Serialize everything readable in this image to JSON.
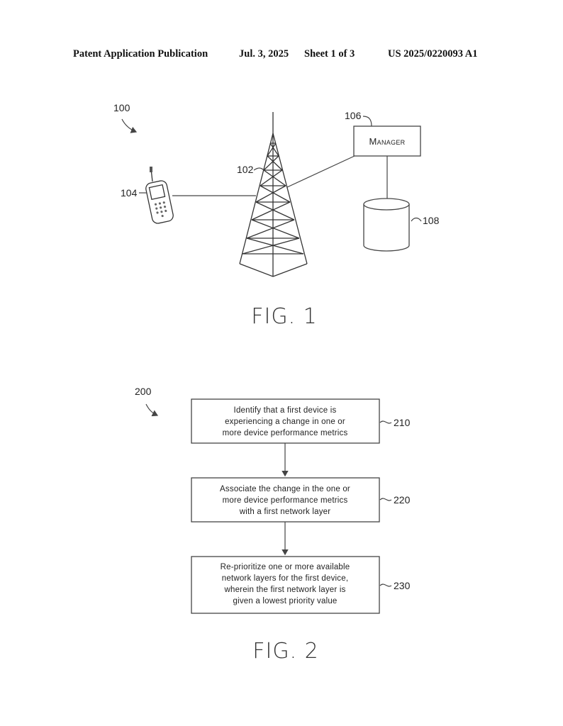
{
  "header": {
    "publication": "Patent Application Publication",
    "date": "Jul. 3, 2025",
    "sheet": "Sheet 1 of 3",
    "number": "US 2025/0220093 A1"
  },
  "fig1": {
    "ref_system": "100",
    "ref_tower": "102",
    "ref_phone": "104",
    "ref_manager": "106",
    "ref_database": "108",
    "manager_label": "Manager",
    "caption": "FIG. 1"
  },
  "fig2": {
    "ref_method": "200",
    "steps": [
      {
        "ref": "210",
        "lines": [
          "Identify that a first device is",
          "experiencing a change in one or",
          "more device performance metrics"
        ]
      },
      {
        "ref": "220",
        "lines": [
          "Associate the change in the one or",
          "more device performance metrics",
          "with a first network layer"
        ]
      },
      {
        "ref": "230",
        "lines": [
          "Re-prioritize one or more available",
          "network layers for the first device,",
          "wherein the first network layer is",
          "given a lowest priority value"
        ]
      }
    ],
    "caption": "FIG. 2"
  }
}
